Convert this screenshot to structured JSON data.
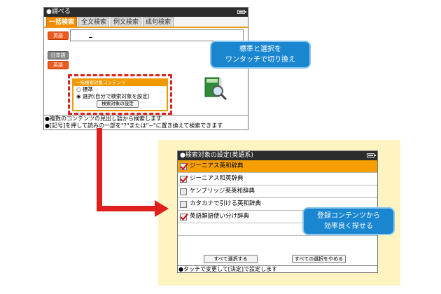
{
  "screen1": {
    "title": "●調べる",
    "tabs": [
      {
        "label": "一括検索"
      },
      {
        "label": "全文検索"
      },
      {
        "label": "例文検索"
      },
      {
        "label": "成句検索"
      }
    ],
    "language_buttons": {
      "english_top": "英語",
      "japanese": "日本語",
      "english": "英語"
    },
    "panel": {
      "title": "一括検索対象コンテンツ",
      "option_standard": "○ 標準",
      "option_select": "◉ 選択(自分で検索対象を設定)",
      "settings_button": "検索対象の設定"
    },
    "footer": {
      "line1": "●複数のコンテンツの見出し語から検索します",
      "line2": "●[記号]を押して読みの一部を\"?\"または\"~\"に置き換えて検索できます"
    }
  },
  "callout1": {
    "line1": "標準と選択を",
    "line2": "ワンタッチで切り換え"
  },
  "screen2": {
    "title": "●検索対象の設定(英語系)",
    "items": [
      {
        "label": "ジーニアス英和辞典",
        "checked": true,
        "selected": true
      },
      {
        "label": "ジーニアス和英辞典",
        "checked": true,
        "selected": false
      },
      {
        "label": "ケンブリッジ英英和辞典",
        "checked": false,
        "selected": false
      },
      {
        "label": "カタカナで引ける英和辞典",
        "checked": false,
        "selected": false
      },
      {
        "label": "英語類語使い分け辞典",
        "checked": true,
        "selected": false
      }
    ],
    "select_all_button": "すべて選択する",
    "deselect_all_button": "すべての選択をやめる",
    "footer": "●タッチで変更して[決定]で設定します"
  },
  "callout2": {
    "line1": "登録コンテンツから",
    "line2": "効率良く探せる"
  },
  "colors": {
    "accent_orange": "#f08c00",
    "arrow_red": "#e0201c",
    "callout_blue": "#1a86d0",
    "background_yellow": "#fdf4c2"
  }
}
